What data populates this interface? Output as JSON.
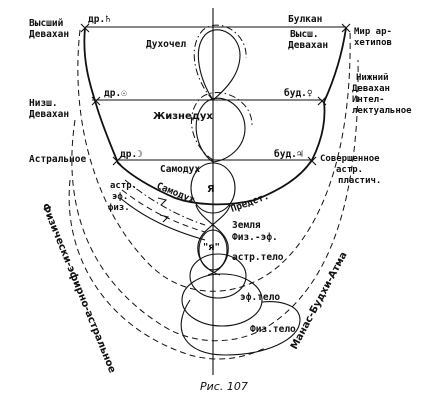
{
  "labels": {
    "left": {
      "vysshiy": "Высший",
      "devakhan1": "Девахан",
      "nizsh": "Низш.",
      "devakhan2": "Девахан",
      "astralnoe": "Астральное"
    },
    "markers": {
      "dr_saturn": "др.♄",
      "dr_sun": "др.☉",
      "dr_moon": "др.☽",
      "bud_venus": "буд.♀",
      "bud_jupiter": "буд.♃"
    },
    "right": {
      "bulkan": "Булкан",
      "vyssh": "Высш.",
      "devakhan3": "Девахан",
      "mir": "Мир ар-",
      "khetipov": "хетипов",
      "nizhniy": "Нижний",
      "devakhan4": "Девахан",
      "intel": "Интел-",
      "lektualnoe": "лектуальное",
      "sovershennoe": "Совершенное",
      "astr": "астр.",
      "plastich": "пластич."
    },
    "center": {
      "dukhochel": "Духочел",
      "zhiznedukh": "Жизнедух",
      "samodukh1": "Самодух",
      "samodukh2": "Самодух",
      "ya_big": "Я",
      "ya_small": "\"я\"",
      "predst": "Предст.",
      "zemlya": "Земля",
      "fiz_ef": "Физ.-эф.",
      "astr_telo": "астр.тело",
      "ef_telo": "эф.тело",
      "fiz_telo": "Физ.тело"
    },
    "inner_left": {
      "astr": "астр.",
      "ef": "эф.",
      "fiz": "физ."
    },
    "side_left": "Физически-эфирно-астральное",
    "side_right": "Манас-Будхи-Атма"
  },
  "caption": "Рис. 107"
}
